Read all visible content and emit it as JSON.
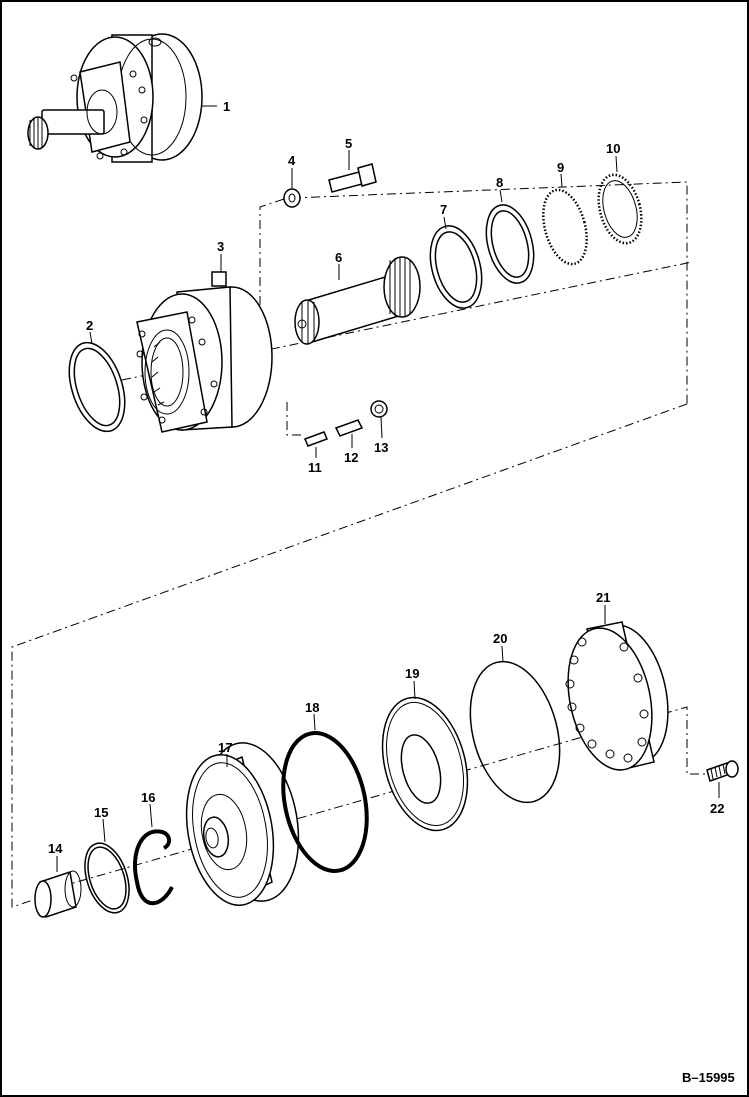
{
  "figure_ref": "B–15995",
  "part_labels": [
    "1",
    "2",
    "3",
    "4",
    "5",
    "6",
    "7",
    "8",
    "9",
    "10",
    "11",
    "12",
    "13",
    "14",
    "15",
    "16",
    "17",
    "18",
    "19",
    "20",
    "21",
    "22"
  ],
  "colors": {
    "ink": "#000000",
    "paper": "#ffffff",
    "shade": "#d8d8d8"
  }
}
